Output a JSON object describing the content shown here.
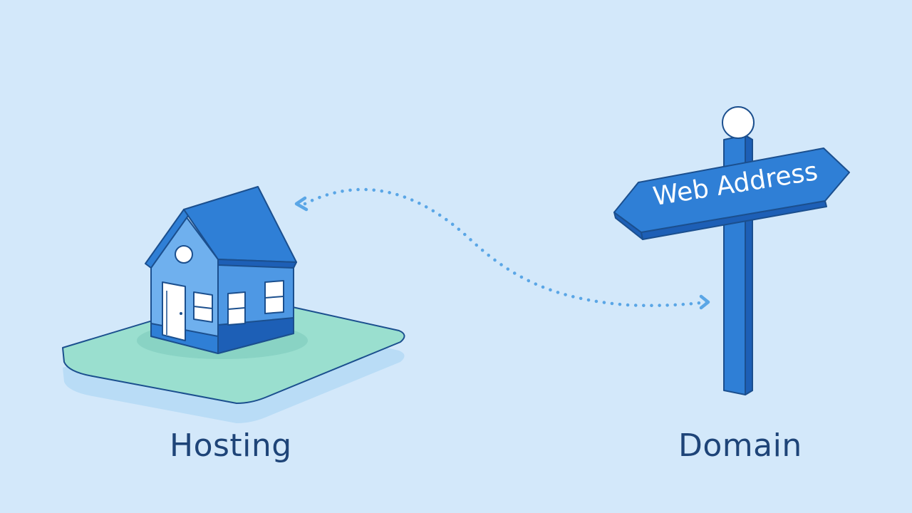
{
  "labels": {
    "hosting": "Hosting",
    "domain": "Domain",
    "signpost": "Web Address"
  },
  "colors": {
    "background": "#d3e8fa",
    "primary_blue": "#2f7fd6",
    "dark_blue": "#1d5fb6",
    "light_blue": "#6fb0ee",
    "outline": "#1b4f8e",
    "ground_green": "#9adfcf",
    "ground_shadow": "#b9dcf6",
    "dots": "#5aa6e6",
    "text": "#1e4478"
  },
  "icons": {
    "house": "house-icon",
    "signpost": "signpost-icon",
    "connector": "dotted-arrow"
  }
}
